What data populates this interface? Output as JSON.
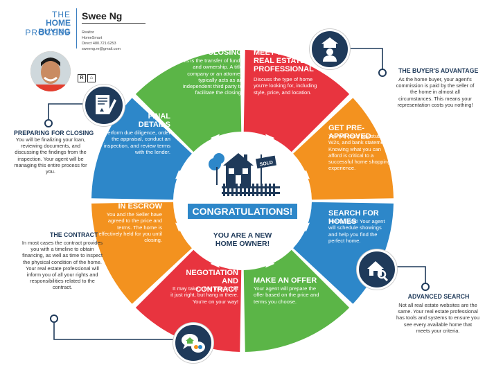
{
  "header": {
    "title_the": "THE",
    "title_main": "HOME BUYING",
    "title_process": "PROCESS"
  },
  "agent": {
    "name": "Swee Ng",
    "role": "Realtor",
    "company": "HomeSmart",
    "phone": "Direct 480.721.6253",
    "email": "sweeng.re@gmail.com"
  },
  "center": {
    "congrats": "CONGRATULATIONS!",
    "new_owner_line1": "YOU ARE A NEW",
    "new_owner_line2": "HOME OWNER!",
    "sign_text": "SOLD"
  },
  "steps": {
    "closing": {
      "title": "CLOSING",
      "body": "This is the transfer of funds and ownership. A title company or an attorney typically acts as an independent third party to facilitate the closing."
    },
    "meet": {
      "title": "MEET WITH A REAL ESTATE PROFESSIONAL",
      "body": "Discuss the type of home you're looking for, including style, price, and location."
    },
    "preapproved": {
      "title": "GET PRE-APPROVED",
      "body": "You will need pay stubs, W2s, and bank statements. Knowing what you can afford is critical to a successful home shopping experience."
    },
    "search": {
      "title": "SEARCH FOR HOMES",
      "body": "The fun part! Your agent will schedule showings and help you find the perfect home."
    },
    "offer": {
      "title": "MAKE AN OFFER",
      "body": "Your agent will prepare the offer based on the price and terms you choose."
    },
    "negotiation": {
      "title": "NEGOTIATION AND CONTRACT",
      "body": "It may take a few tries to get it just right, but hang in there. You're on your way!"
    },
    "escrow": {
      "title": "IN ESCROW",
      "body": "You and the Seller have agreed to the price and terms. The home is effectively held for you until closing."
    },
    "final": {
      "title": "FINAL DETAILS",
      "body": "Perform due diligence, order the appraisal, conduct an inspection, and review terms with the lender."
    }
  },
  "side": {
    "advantage": {
      "title": "THE BUYER'S ADVANTAGE",
      "body": "As the home buyer, your agent's commission is paid by the seller of the home in almost all circumstances. This means your representation costs you nothing!"
    },
    "preparing": {
      "title": "PREPARING FOR CLOSING",
      "body": "You will be finalizing your loan, reviewing documents, and discussing the findings from the inspection. Your agent will be managing this entire process for you."
    },
    "contract": {
      "title": "THE CONTRACT",
      "body": "In most cases the contract provides you with a timeline to obtain financing, as well as time to inspect the physical condition of the home. Your real estate professional will inform you of all your rights and responsibilities related to the contract."
    },
    "advanced": {
      "title": "ADVANCED SEARCH",
      "body": "Not all real estate websites are the same. Your real estate professional has tools and systems to ensure you see every available home that meets your criteria."
    }
  },
  "colors": {
    "green": "#5bb547",
    "red": "#e8343f",
    "orange": "#f3921f",
    "blue": "#2d87c9",
    "navy": "#1f3a5a"
  },
  "icons": [
    "buyer-agent-icon",
    "document-sign-icon",
    "house-search-icon",
    "chat-money-icon",
    "realtor-logo-icon",
    "equal-housing-icon"
  ]
}
